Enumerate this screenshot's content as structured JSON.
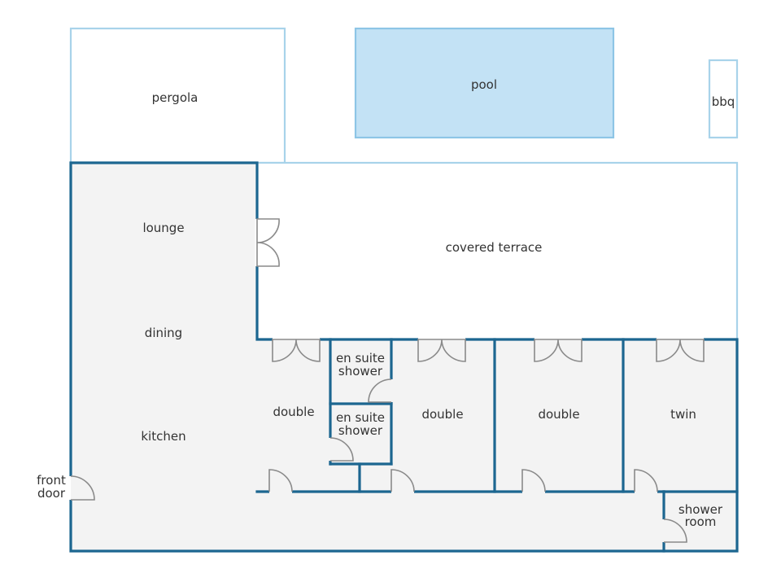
{
  "rooms": {
    "pergola": "pergola",
    "pool": "pool",
    "bbq": "bbq",
    "covered_terrace": "covered terrace",
    "lounge": "lounge",
    "dining": "dining",
    "kitchen": "kitchen",
    "front_door": [
      "front",
      "door"
    ],
    "ensuite_shower_1": [
      "en suite",
      "shower"
    ],
    "ensuite_shower_2": [
      "en suite",
      "shower"
    ],
    "double_1": "double",
    "double_2": "double",
    "double_3": "double",
    "twin": "twin",
    "shower_room": [
      "shower",
      "room"
    ]
  },
  "colors": {
    "interior_wall": "#1c6690",
    "outdoor_outline": "#a8d3ea",
    "pool_fill": "#c3e2f5",
    "floor": "#f3f3f3"
  }
}
